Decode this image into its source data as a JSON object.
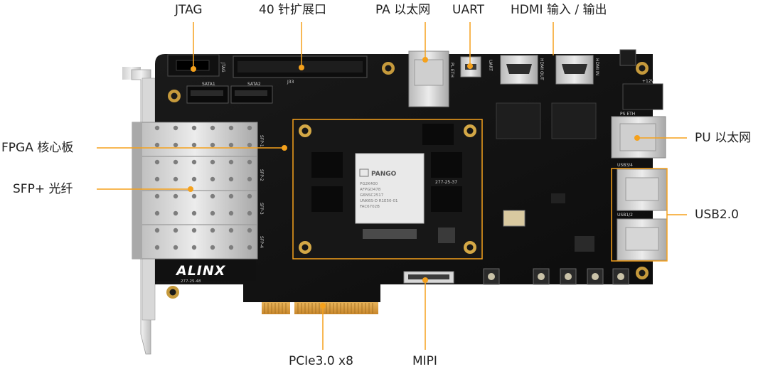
{
  "accent_color": "#F5A11C",
  "labels": {
    "jtag": "JTAG",
    "header40": "40 针扩展口",
    "pa_ethernet": "PA 以太网",
    "uart": "UART",
    "hdmi_io": "HDMI 输入 / 输出",
    "fpga_core": "FPGA 核心板",
    "sfp": "SFP+ 光纤",
    "pu_ethernet": "PU 以太网",
    "usb": "USB2.0",
    "pcie": "PCIe3.0 x8",
    "mipi": "MIPI"
  },
  "board_text": {
    "brand": "ALINX",
    "chip_brand": "PANGO",
    "chip_lines": [
      "PG2K400",
      "AFPGD478",
      "G6NSC2517",
      "UNK6S-D R1E50-01",
      "FAC6702B"
    ],
    "core_code": "277-25-37",
    "silk_jtag": "JTAG",
    "silk_sata1": "SATA1",
    "silk_sata2": "SATA2",
    "silk_j33": "J33",
    "silk_pleth": "PL ETH",
    "silk_uart": "UART",
    "silk_hdmi_out": "HDMI OUT",
    "silk_hdmi_in": "HDMI IN",
    "silk_12v": "+12V",
    "silk_ps_eth": "PS ETH",
    "silk_usb34": "USB3/4",
    "silk_usb12": "USB1/2",
    "silk_sfp1": "SFP-1",
    "silk_sfp2": "SFP-2",
    "silk_sfp3": "SFP-3",
    "silk_sfp4": "SFP-4",
    "board_code": "277-25-48"
  }
}
